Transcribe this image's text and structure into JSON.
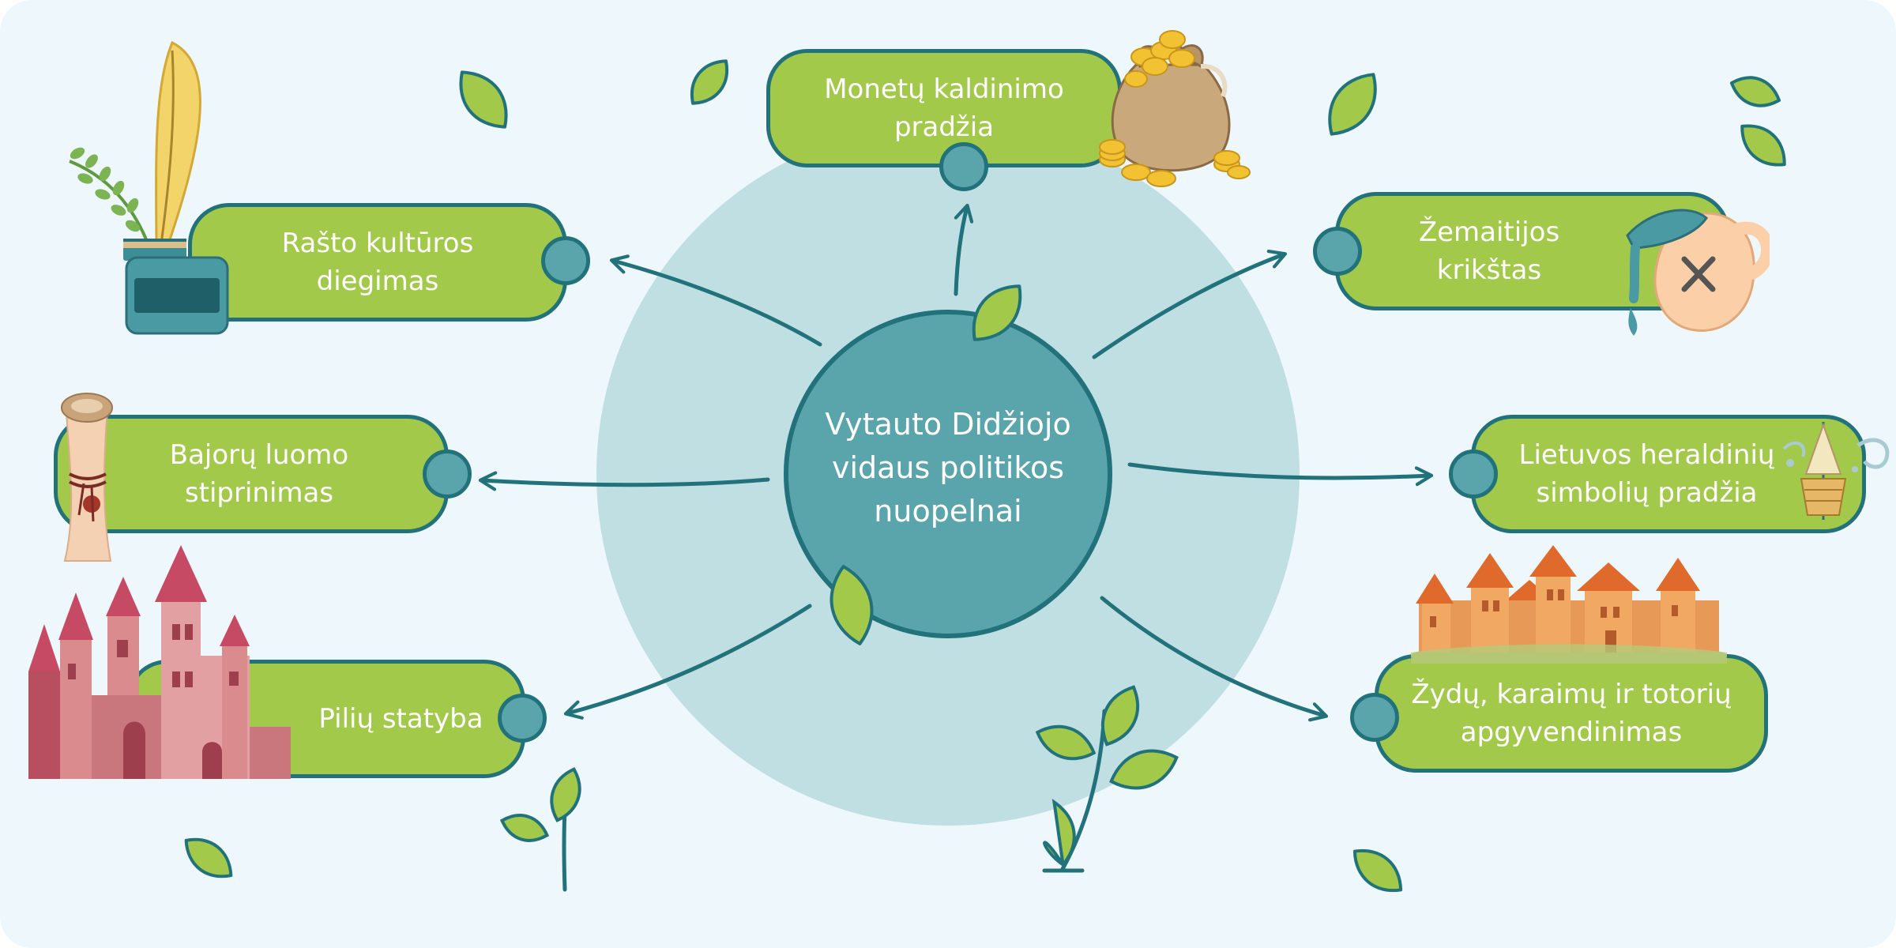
{
  "diagram": {
    "center_label": "Vytauto Didžiojo\nvidaus politikos\nnuopelnai",
    "nodes": [
      {
        "id": "coins",
        "label": "Monetų kaldinimo\npradžia",
        "illustration": "coin-sack-icon"
      },
      {
        "id": "writing",
        "label": "Rašto kultūros\ndiegimas",
        "illustration": "quill-inkwell-icon"
      },
      {
        "id": "samogitia",
        "label": "Žemaitijos\nkrikštas",
        "illustration": "water-jug-icon"
      },
      {
        "id": "nobility",
        "label": "Bajorų luomo\nstiprinimas",
        "illustration": "scroll-icon"
      },
      {
        "id": "heraldry",
        "label": "Lietuvos heraldinių\nsimbolių pradžia",
        "illustration": "heraldic-symbol-icon"
      },
      {
        "id": "castles",
        "label": "Pilių statyba",
        "illustration": "castle-icon"
      },
      {
        "id": "settlement",
        "label": "Žydų, karaimų ir totorių\napgyvendinimas",
        "illustration": "trakai-castle-icon"
      }
    ]
  },
  "colors": {
    "page_bg": "#eef7fb",
    "halo": "#bfdfe3",
    "center_fill": "#5aa5ab",
    "outline": "#21727a",
    "pill_fill": "#a3c94b",
    "leaf_fill": "#a3c94b",
    "text": "#ffffff"
  }
}
